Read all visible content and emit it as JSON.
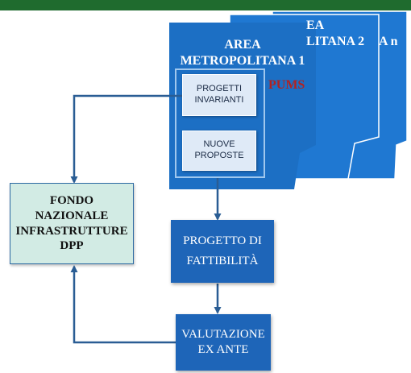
{
  "colors": {
    "top_bar": "#1f6b2e",
    "area_fill": "#1c6fc4",
    "area_back_fill": "#1f78d2",
    "box_fill": "#1e65b8",
    "fondo_fill": "#d2ebe4",
    "inner_fill": "#dfeaf7",
    "arrow": "#2a5d94",
    "pums_text": "#b22222"
  },
  "areas": {
    "area1_line1": "AREA",
    "area1_line2": "METROPOLITANA 1",
    "area2_line1": "EA",
    "area2_line2": "LITANA 2",
    "area3_label": "A n",
    "pums": "PUMS"
  },
  "inner_boxes": {
    "progetti_line1": "PROGETTI",
    "progetti_line2": "INVARIANTI",
    "nuove_line1": "NUOVE",
    "nuove_line2": "PROPOSTE"
  },
  "fondo": {
    "line1": "FONDO",
    "line2": "NAZIONALE",
    "line3": "INFRASTRUTTURE",
    "line4": "DPP"
  },
  "progetto": {
    "line1": "PROGETTO DI",
    "line2": "FATTIBILITÀ"
  },
  "valutazione": {
    "line1": "VALUTAZIONE",
    "line2": "EX ANTE"
  }
}
